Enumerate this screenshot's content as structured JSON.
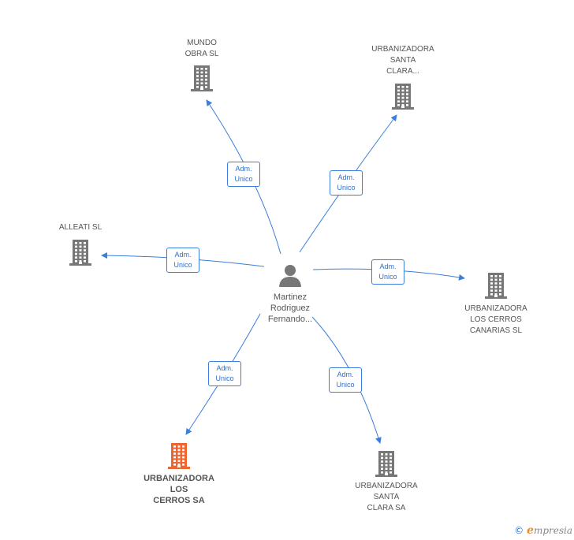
{
  "center": {
    "name": "Martinez\nRodriguez\nFernando..."
  },
  "relation_label": "Adm.\nUnico",
  "companies": [
    {
      "id": "mundo",
      "name": "MUNDO\nOBRA SL",
      "highlight": false
    },
    {
      "id": "urb-santa-clara-top",
      "name": "URBANIZADORA\nSANTA\nCLARA...",
      "highlight": false
    },
    {
      "id": "alleati",
      "name": "ALLEATI SL",
      "highlight": false
    },
    {
      "id": "urb-los-cerros-canarias",
      "name": "URBANIZADORA\nLOS CERROS\nCANARIAS SL",
      "highlight": false
    },
    {
      "id": "urb-los-cerros-sa",
      "name": "URBANIZADORA\nLOS\nCERROS SA",
      "highlight": true
    },
    {
      "id": "urb-santa-clara-sa",
      "name": "URBANIZADORA\nSANTA\nCLARA SA",
      "highlight": false
    }
  ],
  "colors": {
    "edge": "#3b7ddb",
    "building": "#777777",
    "building_highlight": "#f0652f",
    "person": "#777777"
  },
  "footer": {
    "copyright": "©",
    "brand_initial": "e",
    "brand_rest": "mpresia"
  }
}
